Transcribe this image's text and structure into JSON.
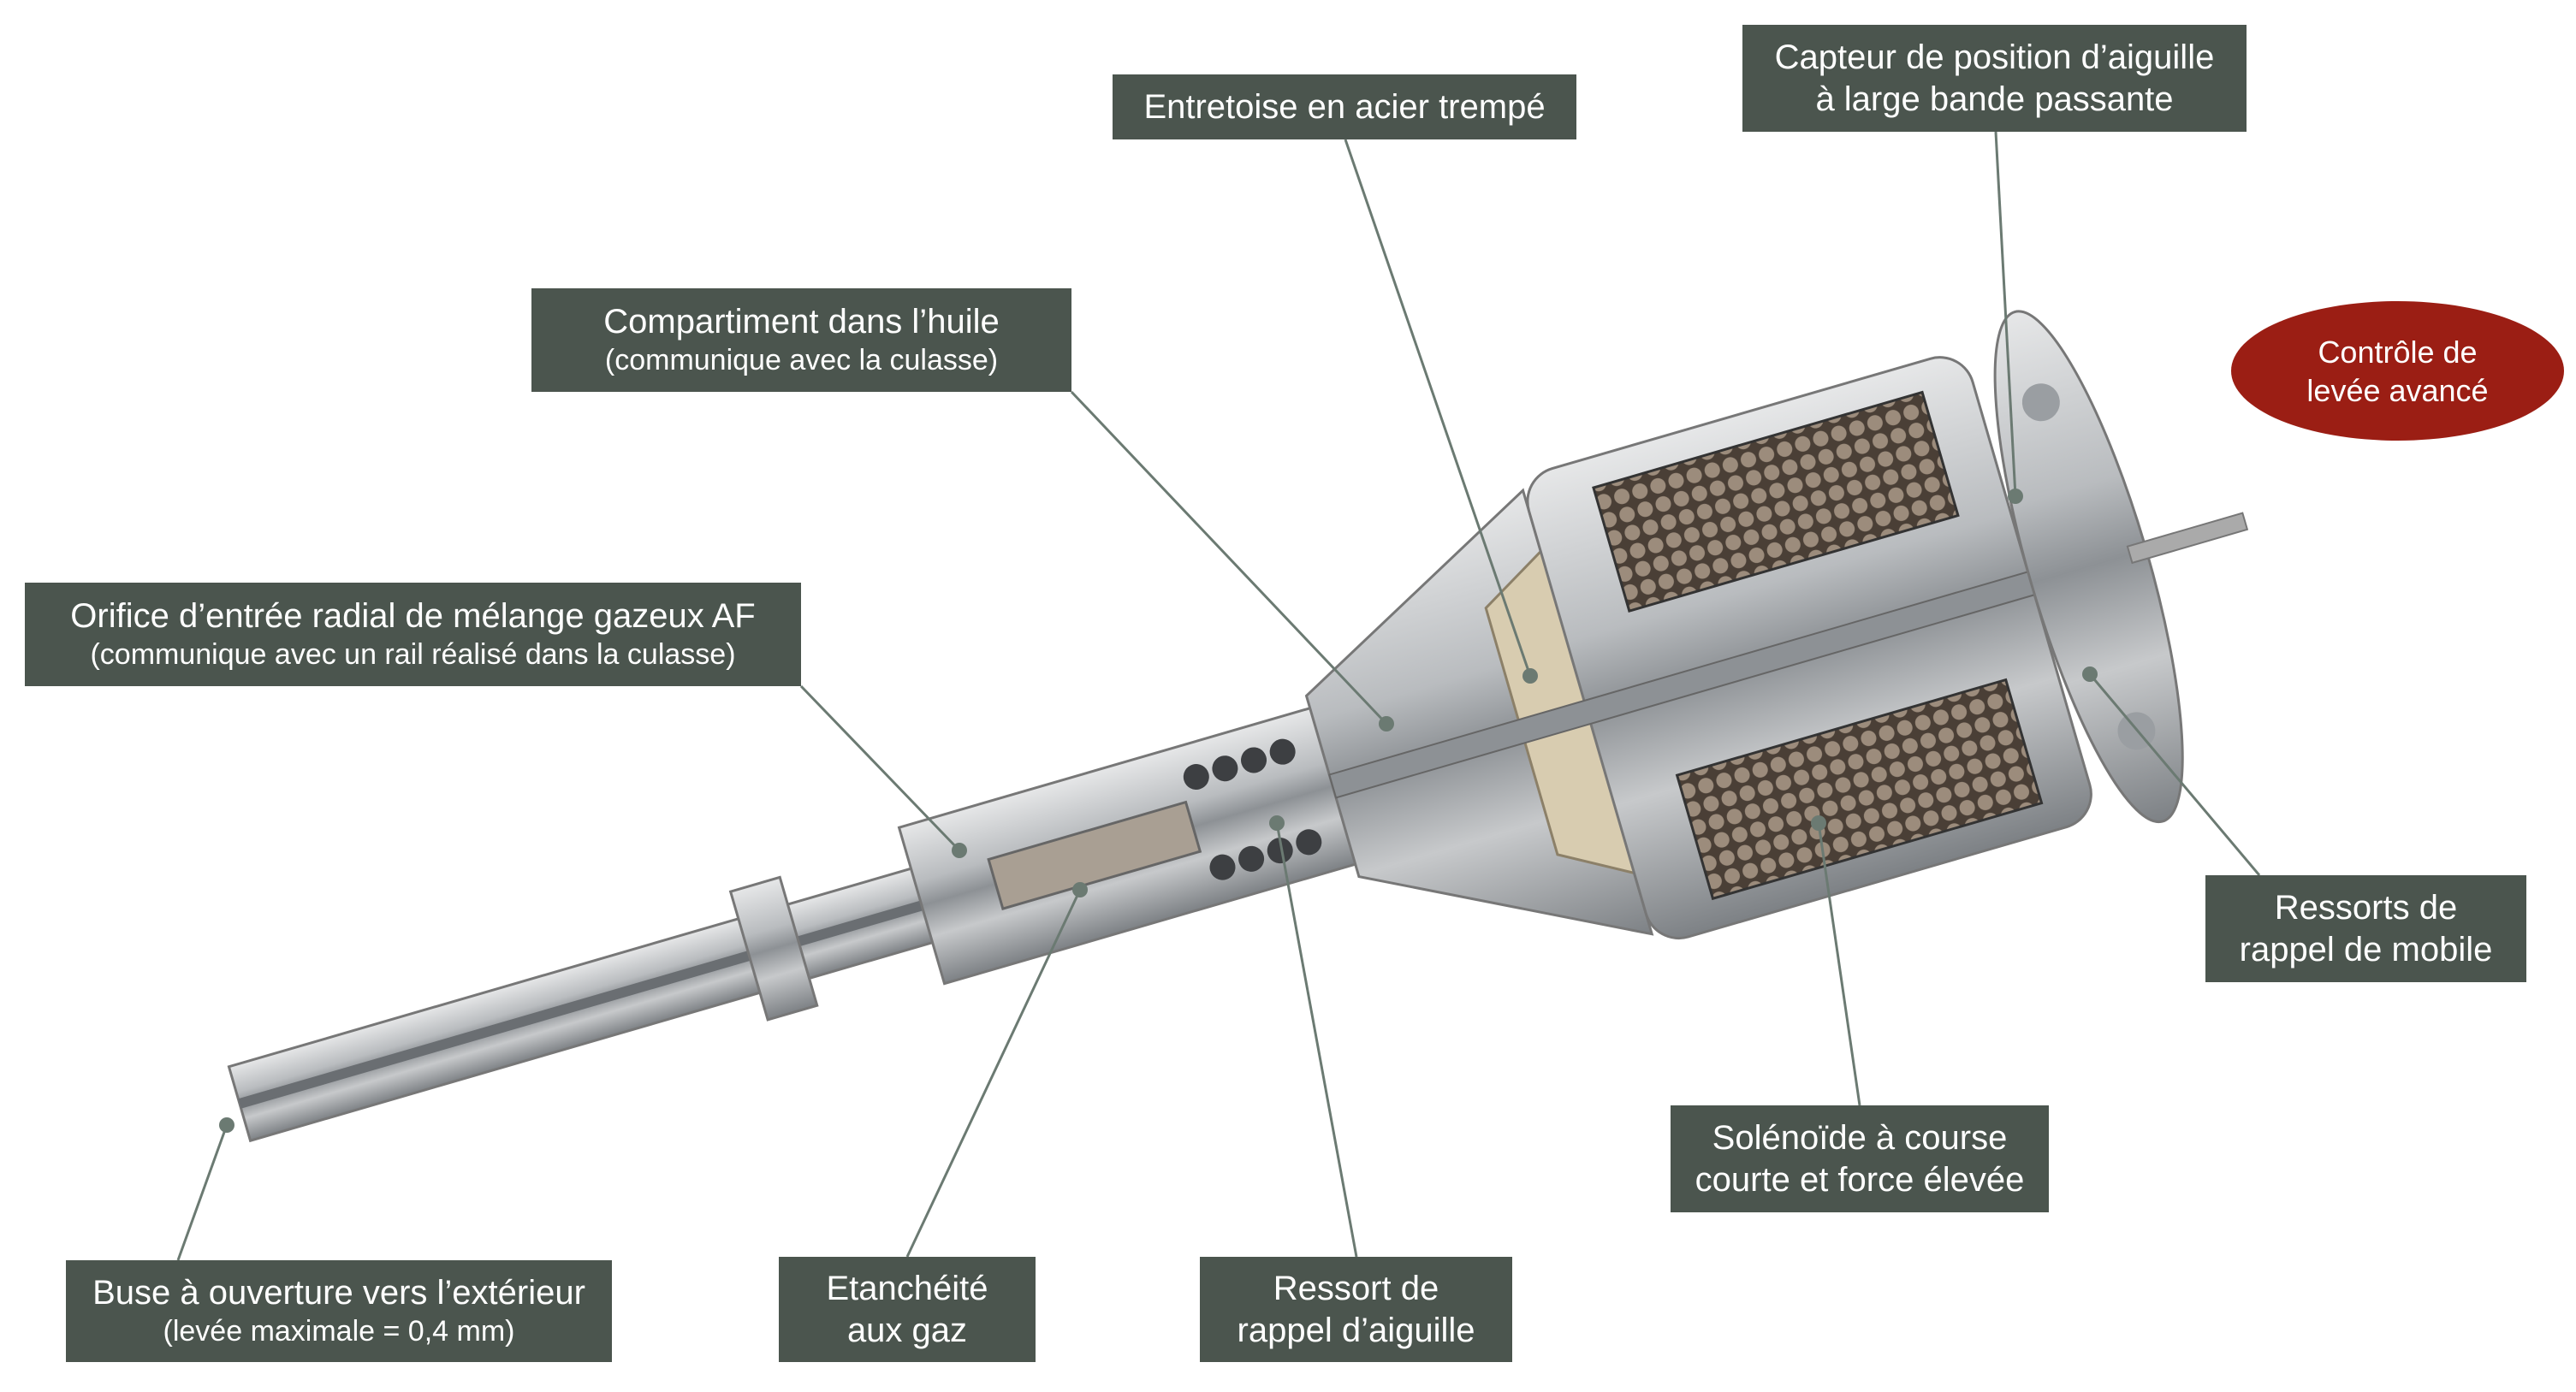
{
  "labels": {
    "entretoise": {
      "line1": "Entretoise en acier trempé"
    },
    "capteur": {
      "line1": "Capteur de position d’aiguille",
      "line2": "à large bande passante"
    },
    "compartiment": {
      "line1": "Compartiment dans l’huile",
      "line2": "(communique avec la culasse)"
    },
    "orifice": {
      "line1": "Orifice d’entrée radial de mélange gazeux AF",
      "line2": "(communique avec un rail réalisé dans la culasse)"
    },
    "ressorts_mobile": {
      "line1": "Ressorts de",
      "line2": "rappel de mobile"
    },
    "solenoide": {
      "line1": "Solénoïde à course",
      "line2": "courte et force élevée"
    },
    "buse": {
      "line1": "Buse à ouverture vers l’extérieur",
      "line2": "(levée maximale = 0,4 mm)"
    },
    "etancheite": {
      "line1": "Etanchéité",
      "line2": "aux gaz"
    },
    "ressort_aiguille": {
      "line1": "Ressort de",
      "line2": "rappel d’aiguille"
    }
  },
  "highlight": {
    "line1": "Contrôle de",
    "line2": "levée avancé"
  },
  "colors": {
    "label_bg": "#4b554e",
    "highlight_bg": "#9b1e14",
    "leader": "#6b7a72"
  }
}
